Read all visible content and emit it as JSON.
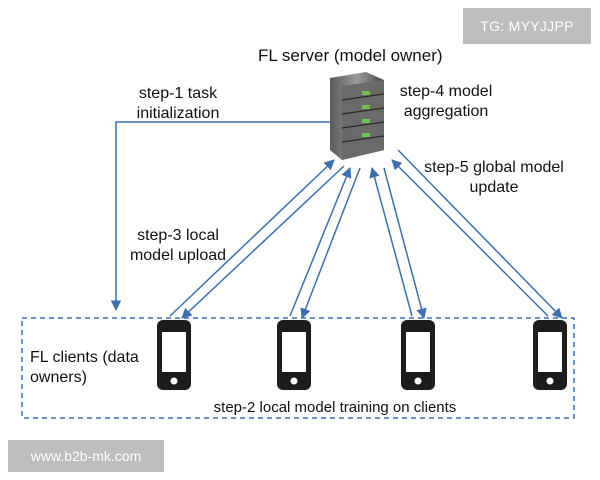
{
  "labels": {
    "server": "FL server (model owner)",
    "step1": "step-1 task initialization",
    "step4": "step-4 model aggregation",
    "step5": "step-5 global model update",
    "step3": "step-3 local model upload",
    "clients": "FL clients (data owners)",
    "step2": "step-2 local model training on clients"
  },
  "watermarks": {
    "tg": "TG: MYYJJPP",
    "site": "www.b2b-mk.com"
  },
  "icons": {
    "server": "server-rack-icon",
    "client": "smartphone-icon"
  },
  "colors": {
    "arrow": "#3a6fb0",
    "box_border": "#3a6fb0",
    "server_led": "#6fc24a"
  }
}
